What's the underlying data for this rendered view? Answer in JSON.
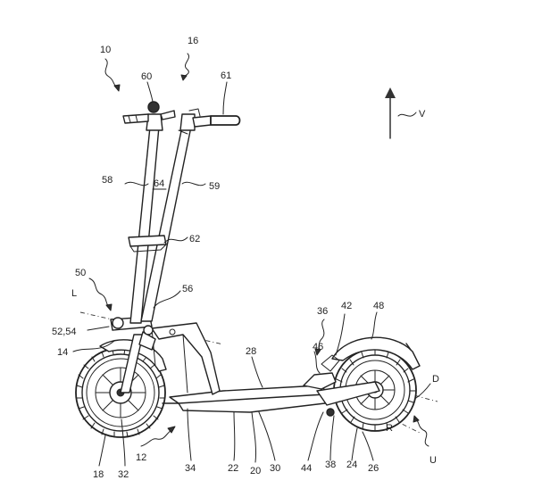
{
  "labels": {
    "l10": "10",
    "l16": "16",
    "l60": "60",
    "l61": "61",
    "lV": "V",
    "l58": "58",
    "l64": "64",
    "l59": "59",
    "l62": "62",
    "l50": "50",
    "l56": "56",
    "lL": "L",
    "l5254": "52,54",
    "l14": "14",
    "l36": "36",
    "l42": "42",
    "l48": "48",
    "l28": "28",
    "l46": "46",
    "lD": "D",
    "lR": "R",
    "lU": "U",
    "l18": "18",
    "l32": "32",
    "l12": "12",
    "l34": "34",
    "l22": "22",
    "l20": "20",
    "l30": "30",
    "l44": "44",
    "l38": "38",
    "l24": "24",
    "l26": "26"
  },
  "icons": {
    "arrow": "direction-arrow-icon",
    "squiggle": "reference-arrow-icon"
  }
}
